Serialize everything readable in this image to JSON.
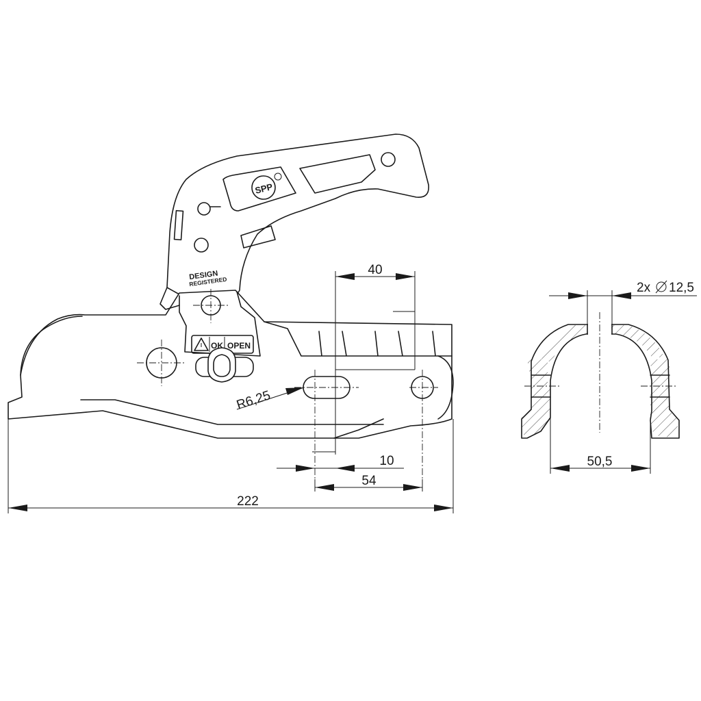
{
  "side_view": {
    "stamp_top": "DESIGN",
    "stamp_bottom": "REGISTERED",
    "logo_text": "SPP",
    "indicator_ok": "OK",
    "indicator_open": "OPEN"
  },
  "dimensions": {
    "top_width": "40",
    "slot_radius": "R6,25",
    "slot_offset": "10",
    "hole_spacing": "54",
    "overall_length": "222",
    "holes": "2x",
    "hole_diameter": "12,5",
    "section_width": "50,5"
  },
  "colors": {
    "line": "#1a1a1a",
    "background": "#ffffff"
  }
}
